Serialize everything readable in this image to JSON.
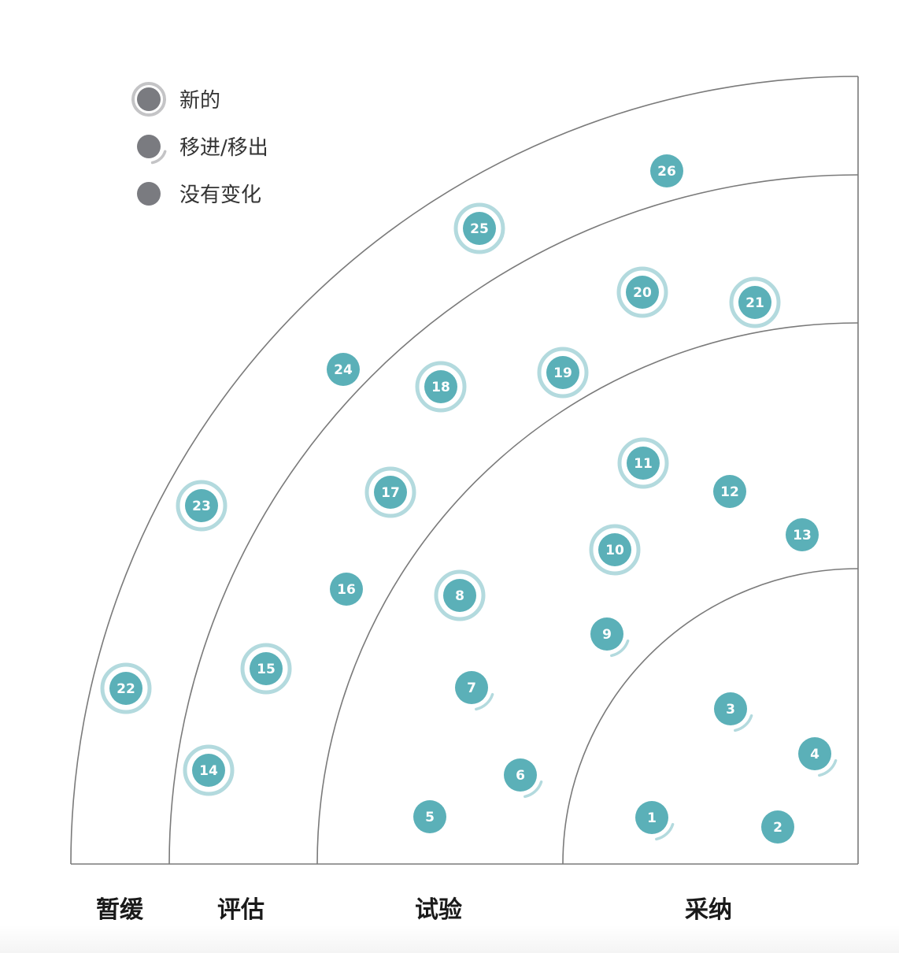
{
  "colors": {
    "blip": "#5bb0b8",
    "halo": "#b3dade",
    "legend_dot": "#7a7b80",
    "legend_halo": "#c4c4c6",
    "arc": "#7a7a7a"
  },
  "legend": {
    "new": "新的",
    "moved": "移进/移出",
    "unchanged": "没有变化"
  },
  "rings": {
    "hold": "暂缓",
    "assess": "评估",
    "trial": "试验",
    "adopt": "采纳"
  },
  "blips": [
    {
      "label": "1",
      "ring": "adopt",
      "status": "moved"
    },
    {
      "label": "2",
      "ring": "adopt",
      "status": "unchanged"
    },
    {
      "label": "3",
      "ring": "adopt",
      "status": "moved"
    },
    {
      "label": "4",
      "ring": "adopt",
      "status": "moved"
    },
    {
      "label": "5",
      "ring": "trial",
      "status": "unchanged"
    },
    {
      "label": "6",
      "ring": "trial",
      "status": "moved"
    },
    {
      "label": "7",
      "ring": "trial",
      "status": "moved"
    },
    {
      "label": "8",
      "ring": "trial",
      "status": "new"
    },
    {
      "label": "9",
      "ring": "trial",
      "status": "moved"
    },
    {
      "label": "10",
      "ring": "trial",
      "status": "new"
    },
    {
      "label": "11",
      "ring": "trial",
      "status": "new"
    },
    {
      "label": "12",
      "ring": "trial",
      "status": "unchanged"
    },
    {
      "label": "13",
      "ring": "trial",
      "status": "unchanged"
    },
    {
      "label": "14",
      "ring": "assess",
      "status": "new"
    },
    {
      "label": "15",
      "ring": "assess",
      "status": "new"
    },
    {
      "label": "16",
      "ring": "assess",
      "status": "unchanged"
    },
    {
      "label": "17",
      "ring": "assess",
      "status": "new"
    },
    {
      "label": "18",
      "ring": "assess",
      "status": "new"
    },
    {
      "label": "19",
      "ring": "assess",
      "status": "new"
    },
    {
      "label": "20",
      "ring": "assess",
      "status": "new"
    },
    {
      "label": "21",
      "ring": "assess",
      "status": "new"
    },
    {
      "label": "22",
      "ring": "hold",
      "status": "new"
    },
    {
      "label": "23",
      "ring": "hold",
      "status": "new"
    },
    {
      "label": "24",
      "ring": "hold",
      "status": "unchanged"
    },
    {
      "label": "25",
      "ring": "hold",
      "status": "new"
    },
    {
      "label": "26",
      "ring": "hold",
      "status": "unchanged"
    }
  ]
}
